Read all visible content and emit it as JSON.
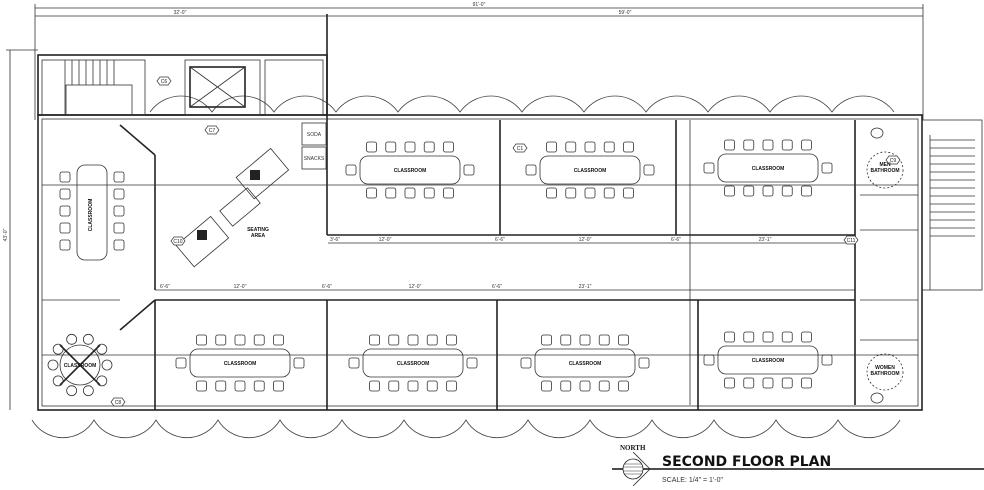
{
  "title_block": {
    "title": "SECOND FLOOR PLAN",
    "scale": "SCALE:  1/4\" = 1'-0\"",
    "north_label": "NORTH"
  },
  "dimensions": {
    "overall_width": "91'-0\"",
    "left_segment": "32'-0\"",
    "right_segment": "59'-0\"",
    "overall_depth": "43'-0\"",
    "row_top": [
      "3'-6\"",
      "12'-0\"",
      "6'-6\"",
      "12'-0\"",
      "6'-6\"",
      "23'-1\""
    ],
    "row_bottom": [
      "6'-6\"",
      "12'-0\"",
      "6'-6\"",
      "12'-0\"",
      "6'-6\"",
      "23'-1\""
    ]
  },
  "rooms": {
    "classroom_label": "CLASSROOM",
    "seating_area": [
      "SEATING",
      "AREA"
    ],
    "men_bathroom": [
      "MEN",
      "BATHROOM"
    ],
    "women_bathroom": [
      "WOMEN",
      "BATHROOM"
    ],
    "soda": "SODA",
    "snacks": "SNACKS"
  },
  "tags": [
    "C1",
    "C6",
    "C7",
    "C8",
    "C9",
    "C10",
    "C11"
  ]
}
